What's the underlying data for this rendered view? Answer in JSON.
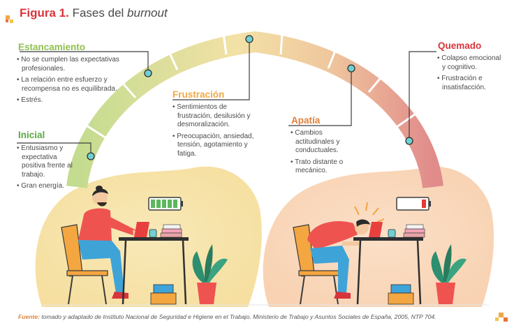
{
  "figure": {
    "label": "Figura 1.",
    "title_plain": "Fases del ",
    "title_italic": "burnout"
  },
  "phases": {
    "estancamiento": {
      "name": "Estancamiento",
      "color": "#8fc04e",
      "items": [
        "No se cumplen las expectativas profesionales.",
        "La relación entre esfuerzo y recompensa no es equilibrada.",
        "Estrés."
      ]
    },
    "inicial": {
      "name": "Inicial",
      "color": "#5aa843",
      "items": [
        "Entusiasmo y expectativa positiva frente al trabajo.",
        "Gran energía."
      ]
    },
    "frustracion": {
      "name": "Frustración",
      "color": "#f0a845",
      "items": [
        "Sentimientos de frustración, desilusión y desmoralización.",
        "Preocupación, ansiedad, tensión, agotamiento y fatiga."
      ]
    },
    "apatia": {
      "name": "Apatía",
      "color": "#e0803a",
      "items": [
        "Cambios actitudinales y conductuales.",
        "Trato distante o mecánico."
      ]
    },
    "quemado": {
      "name": "Quemado",
      "color": "#d8343c",
      "items": [
        "Colapso emocional y cognitivo.",
        "Frustración e insatisfacción."
      ]
    }
  },
  "source": {
    "label": "Fuente:",
    "text": " tomado y adaptado de Instituto Nacional de Seguridad e Higiene en el Trabajo. Ministerio de Trabajo y Asuntos Sociales de España, 2005, NTP 704."
  },
  "colors": {
    "title_accent": "#d8343c",
    "source_accent": "#e0863c",
    "arc_start": "#c9df9a",
    "arc_mid": "#f6dca4",
    "arc_end": "#e58d8d",
    "battery_full": "#5cb85c",
    "battery_low": "#e53935",
    "shirt": "#ef5350",
    "pants": "#3ea4d8"
  },
  "icons": {
    "battery_full": "battery-full-icon",
    "battery_low": "battery-low-icon",
    "stress": "stress-lines-icon"
  }
}
